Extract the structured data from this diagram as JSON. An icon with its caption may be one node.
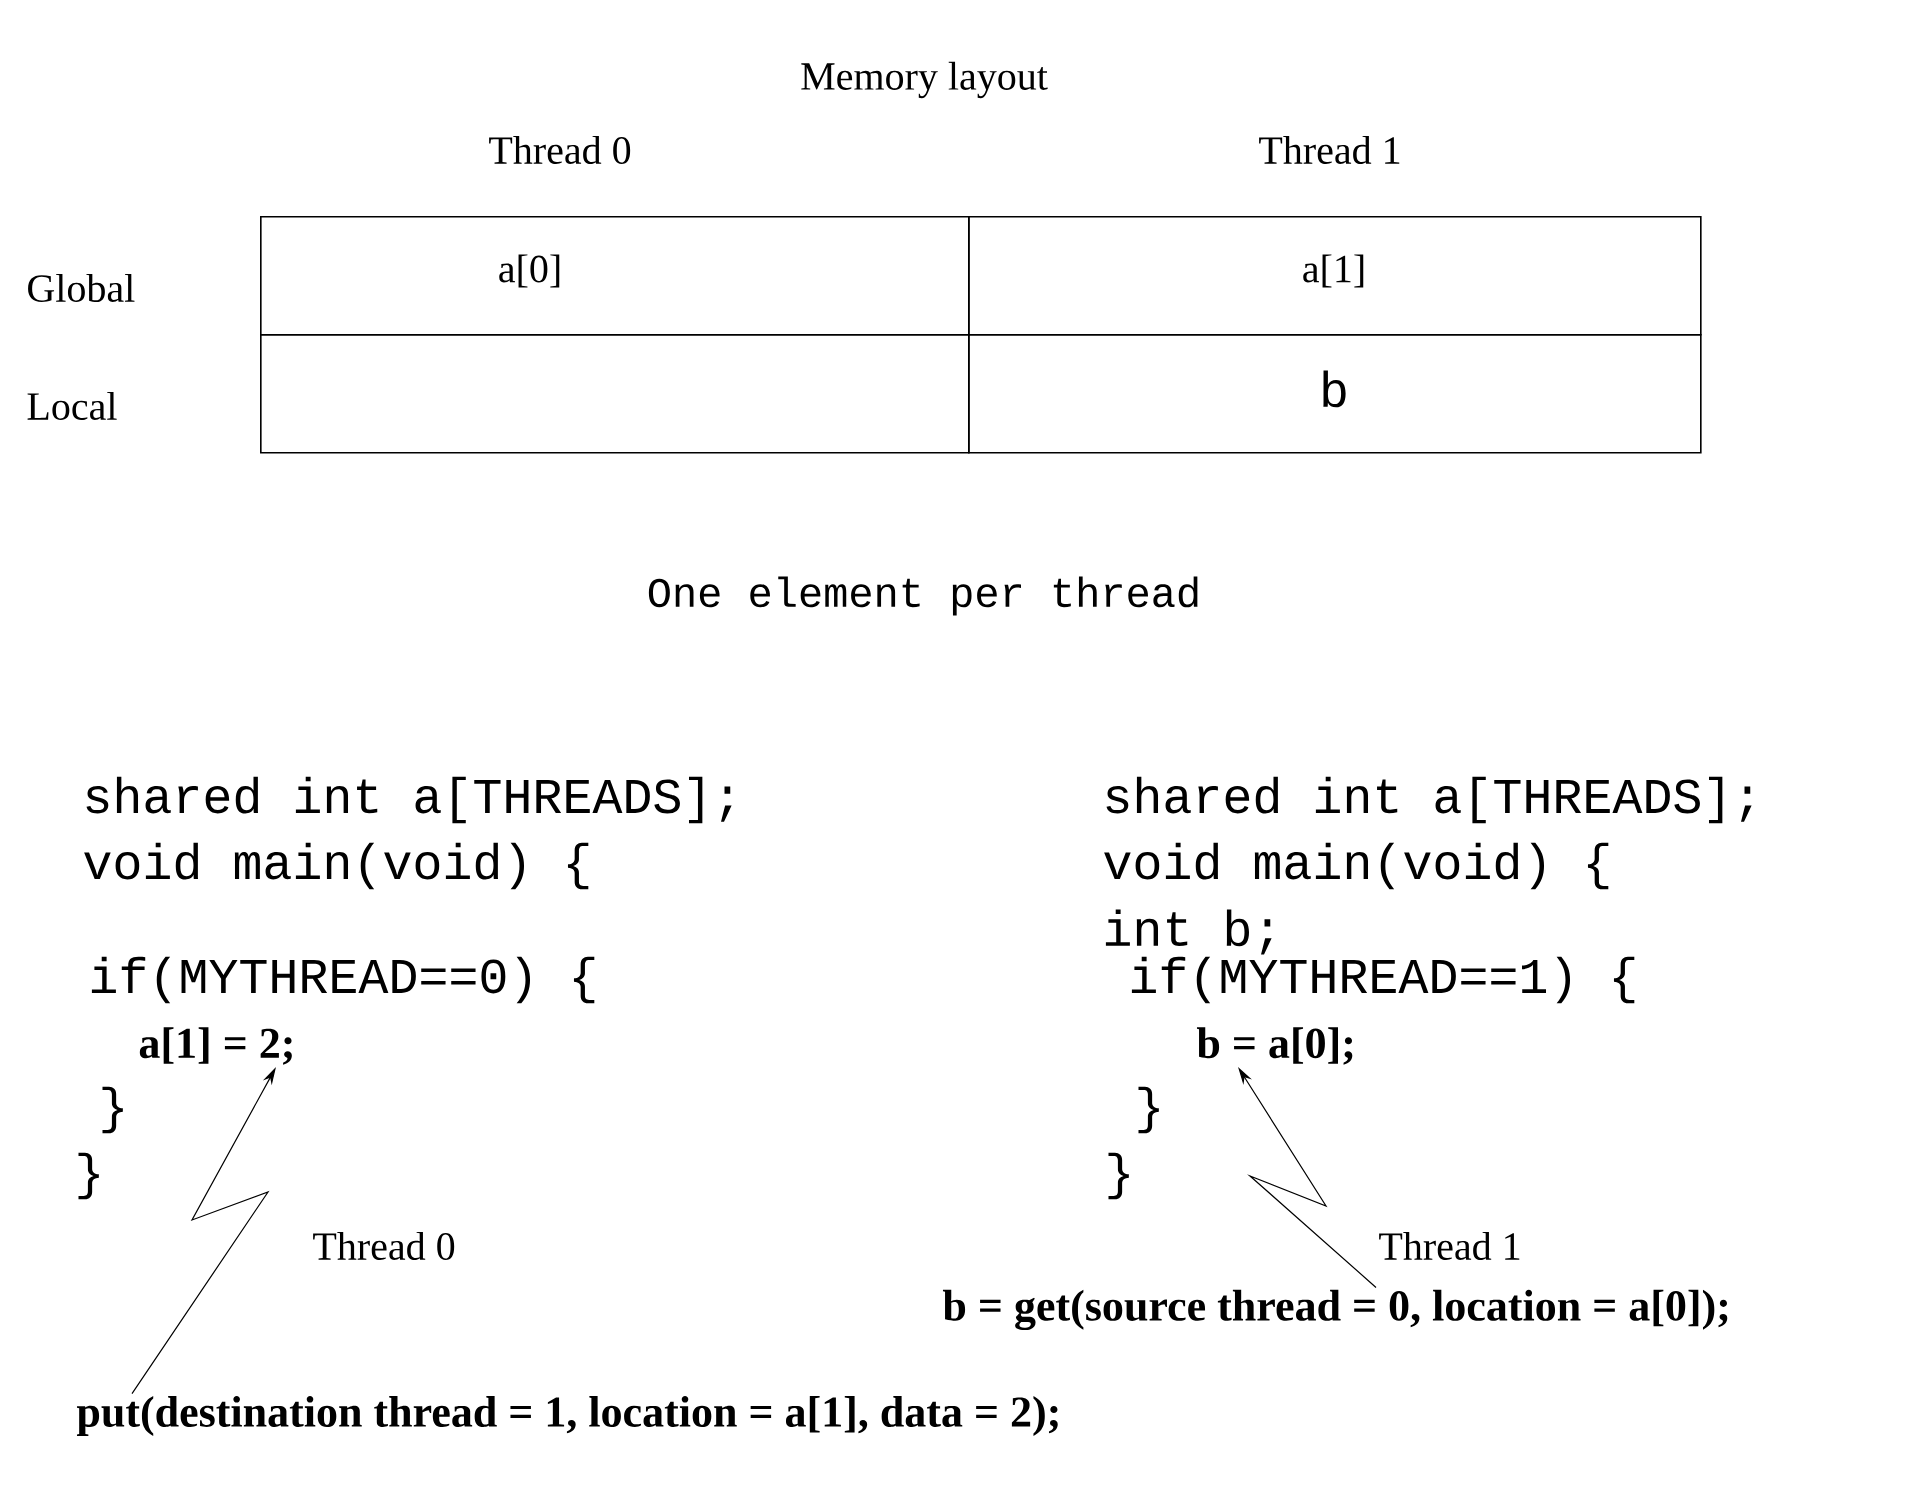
{
  "diagram": {
    "title": "Memory layout",
    "nodes": [
      {
        "text": [
          "put(destination thread = 1, location = a[1], data = 2);"
        ]
      },
      {
        "text": [
          "a[1] = 2;"
        ]
      },
      {
        "text": [
          "b = get(source thread = 0, location = a[0]);"
        ]
      },
      {
        "text": [
          "b = a[0];"
        ]
      }
    ],
    "edges": [
      {
        "from": 0,
        "to": 1,
        "arrow": "to"
      },
      {
        "from": 2,
        "to": 3,
        "arrow": "to"
      }
    ],
    "labels": [
      "Thread 0",
      "Thread 1",
      "Global",
      "a[0]",
      "a[1]",
      "Local",
      "b",
      "One element per thread",
      "shared int a[THREADS];",
      "void main(void) {",
      "if(MYTHREAD==0) {",
      "}",
      "}",
      "shared int a[THREADS];",
      "void main(void) {",
      "int b;",
      "if(MYTHREAD==1) {",
      "}",
      "}",
      "Thread 0",
      "Thread 1"
    ]
  }
}
